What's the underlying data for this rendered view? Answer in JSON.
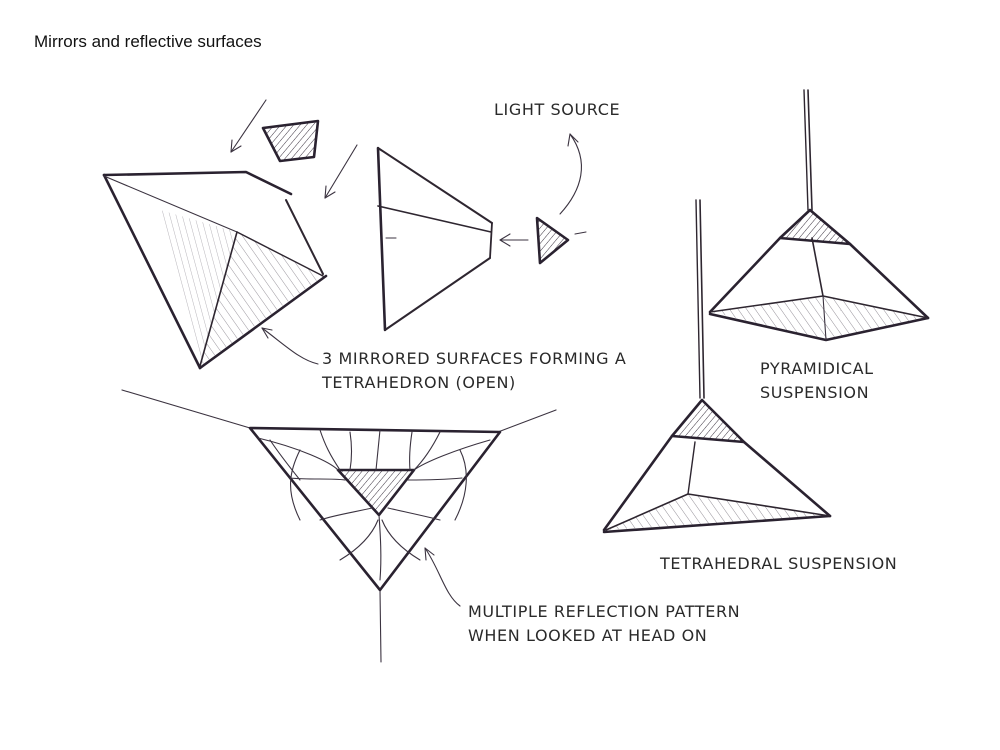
{
  "title": "Mirrors and reflective surfaces",
  "labels": {
    "light_source": "LIGHT SOURCE",
    "mirrored_line1": "3 MIRRORED SURFACES FORMING A",
    "mirrored_line2": "TETRAHEDRON (OPEN)",
    "pyramidical_line1": "PYRAMIDICAL",
    "pyramidical_line2": "SUSPENSION",
    "tetrahedral": "TETRAHEDRAL SUSPENSION",
    "reflection_line1": "MULTIPLE REFLECTION PATTERN",
    "reflection_line2": "WHEN LOOKED AT HEAD ON"
  },
  "colors": {
    "ink": "#2e2630",
    "paper": "#ffffff"
  }
}
